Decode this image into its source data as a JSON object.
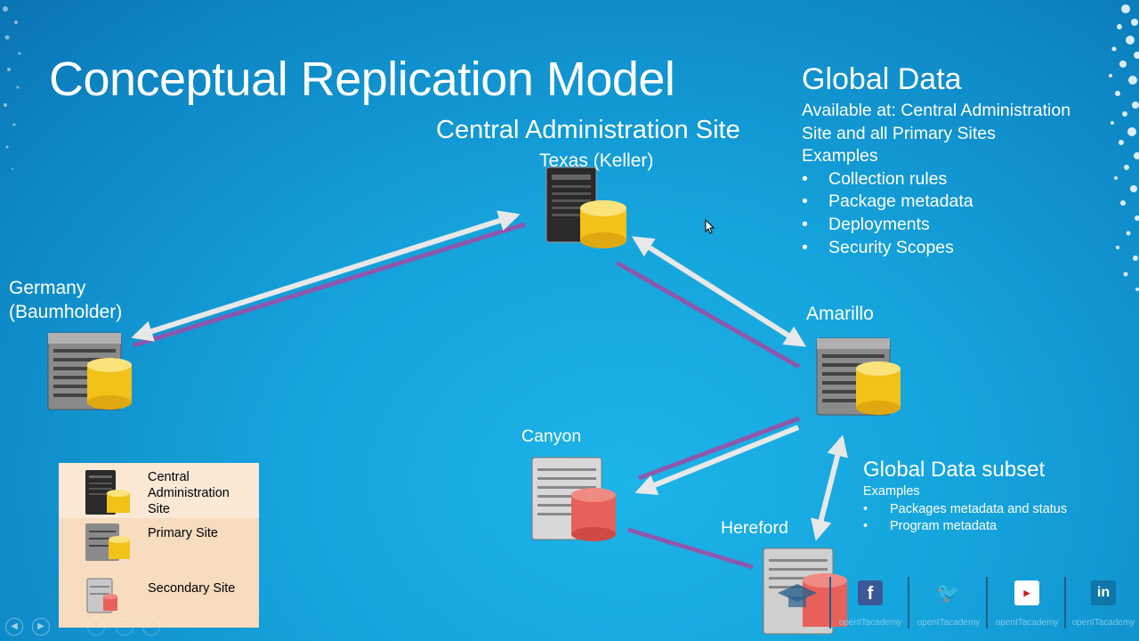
{
  "title": "Conceptual Replication Model",
  "sites": {
    "cas_title": "Central Administration Site",
    "cas_location": "Texas (Keller)",
    "germany_line1": "Germany",
    "germany_line2": "(Baumholder)",
    "amarillo": "Amarillo",
    "canyon": "Canyon",
    "hereford": "Hereford"
  },
  "global_data": {
    "title": "Global Data",
    "available_line1": "Available at: Central Administration",
    "available_line2": "Site and all Primary Sites",
    "examples_label": "Examples",
    "items": [
      "Collection rules",
      "Package metadata",
      "Deployments",
      "Security Scopes"
    ]
  },
  "global_subset": {
    "title": "Global Data subset",
    "examples_label": "Examples",
    "items": [
      "Packages metadata and status",
      "Program metadata"
    ]
  },
  "legend": {
    "cas_line1": "Central",
    "cas_line2": "Administration",
    "cas_line3": "Site",
    "primary": "Primary Site",
    "secondary": "Secondary Site"
  },
  "social": {
    "handles": [
      "openITacademy",
      "openITacademy",
      "openITacademy",
      "openITacademy"
    ]
  },
  "colors": {
    "background": "#15a3dc",
    "arrow": "#e8e8e8",
    "replication_line": "#9b4fa8",
    "primary_db": "#f3c219",
    "secondary_db": "#e8605a",
    "legend_bg": "#f7dcc0"
  }
}
